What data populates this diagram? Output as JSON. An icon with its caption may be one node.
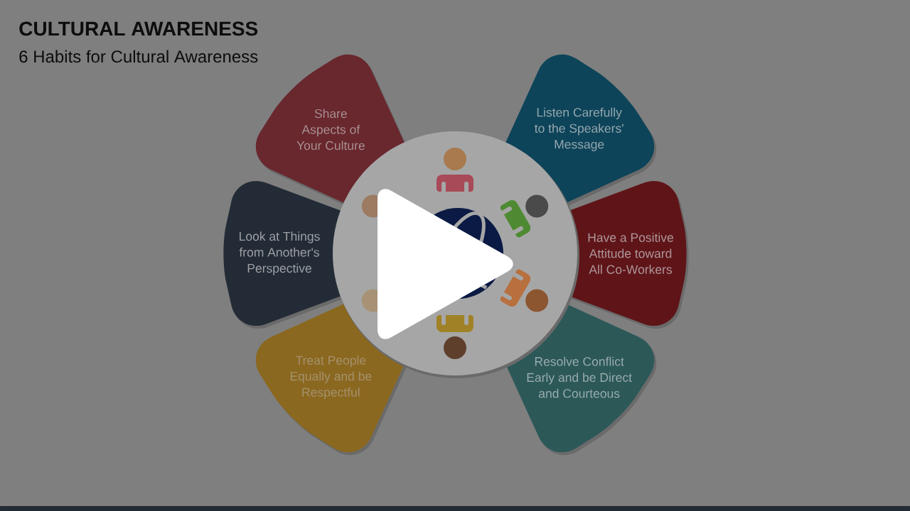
{
  "diagram": {
    "title": "CULTURAL AWARENESS",
    "nodes": [
      {
        "text": [
          "Share Aspects of Your Culture"
        ]
      },
      {
        "text": [
          "Listen Carefully to the Speakers' Message"
        ]
      },
      {
        "text": [
          "Look at Things from Another's Perspective"
        ]
      },
      {
        "text": [
          "Have a Positive Attitude toward All Co-Workers"
        ]
      },
      {
        "text": [
          "Treat People Equally and be Respectful"
        ]
      },
      {
        "text": [
          "Resolve Conflict Early and be Direct and Courteous"
        ]
      }
    ],
    "labels": [
      "6 Habits for Cultural Awareness"
    ]
  }
}
